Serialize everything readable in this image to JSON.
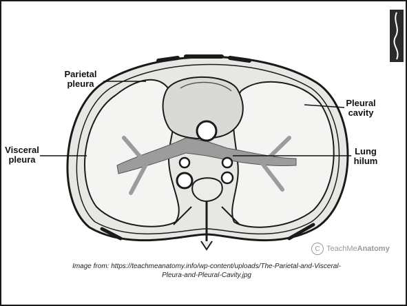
{
  "labels": {
    "parietal_pleura": [
      "Parietal",
      "pleura"
    ],
    "visceral_pleura": [
      "Visceral",
      "pleura"
    ],
    "pleural_cavity": [
      "Pleural",
      "cavity"
    ],
    "lung_hilum": [
      "Lung",
      "hilum"
    ]
  },
  "caption": {
    "line1": "Image from: https://teachmeanatomy.info/wp-content/uploads/The-Parietal-and-Visceral-",
    "line2": "Pleura-and-Pleural-Cavity.jpg"
  },
  "watermark": {
    "symbol": "C",
    "text_light": "TeachMe",
    "text_bold": "Anatomy"
  },
  "colors": {
    "ink": "#1a1a1a",
    "lung": "#f4f4f2",
    "hilum": "#9c9c9c"
  }
}
